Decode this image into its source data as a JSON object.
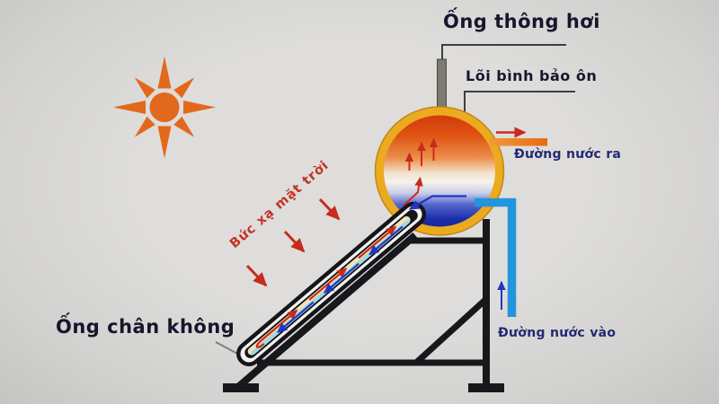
{
  "diagram_type": "solar-water-heater-schematic",
  "labels": {
    "vent_pipe": "Ống thông hơi",
    "tank_core": "Lõi bình bảo ôn",
    "water_out": "Đường nước ra",
    "water_in": "Đường nước vào",
    "vacuum_tube": "Ống chân không",
    "solar_radiation": "Bức xạ mặt trời"
  },
  "components": [
    {
      "name": "sun",
      "label": ""
    },
    {
      "name": "solar-radiation-arrows",
      "label": "Bức xạ mặt trời",
      "count": 3
    },
    {
      "name": "vacuum-tube",
      "label": "Ống chân không"
    },
    {
      "name": "storage-tank",
      "label": "Lõi bình bảo ôn"
    },
    {
      "name": "vent-pipe",
      "label": "Ống thông hơi"
    },
    {
      "name": "water-outlet-pipe",
      "label": "Đường nước ra"
    },
    {
      "name": "water-inlet-pipe",
      "label": "Đường nước vào"
    },
    {
      "name": "stand-frame",
      "label": ""
    }
  ],
  "colors": {
    "background": "#d8d7d5",
    "frame": "#17171c",
    "sun": "#e2691c",
    "tank_ring": "#ecaa20",
    "tank_hot_top": "#d84010",
    "tank_neutral_mid": "#f5f2ea",
    "tank_cold_bottom": "#1b2fa8",
    "outlet_pipe": "#ee7d1d",
    "inlet_pipe": "#2196dc",
    "vent_pipe": "#7b7b72",
    "tube_glass": "#15151a",
    "tube_gap_white": "#f2f1ee",
    "tube_inner_hot": "#f4e2b4",
    "tube_inner_cold": "#9fd8e8",
    "hot_flow_arrow": "#d42815",
    "cold_flow_arrow": "#2237c0",
    "radiation_arrow": "#c62b1d",
    "leader_line": "#3e3e3e",
    "label_dark": "#16162c",
    "label_blue": "#232a72",
    "label_red": "#c33326"
  }
}
